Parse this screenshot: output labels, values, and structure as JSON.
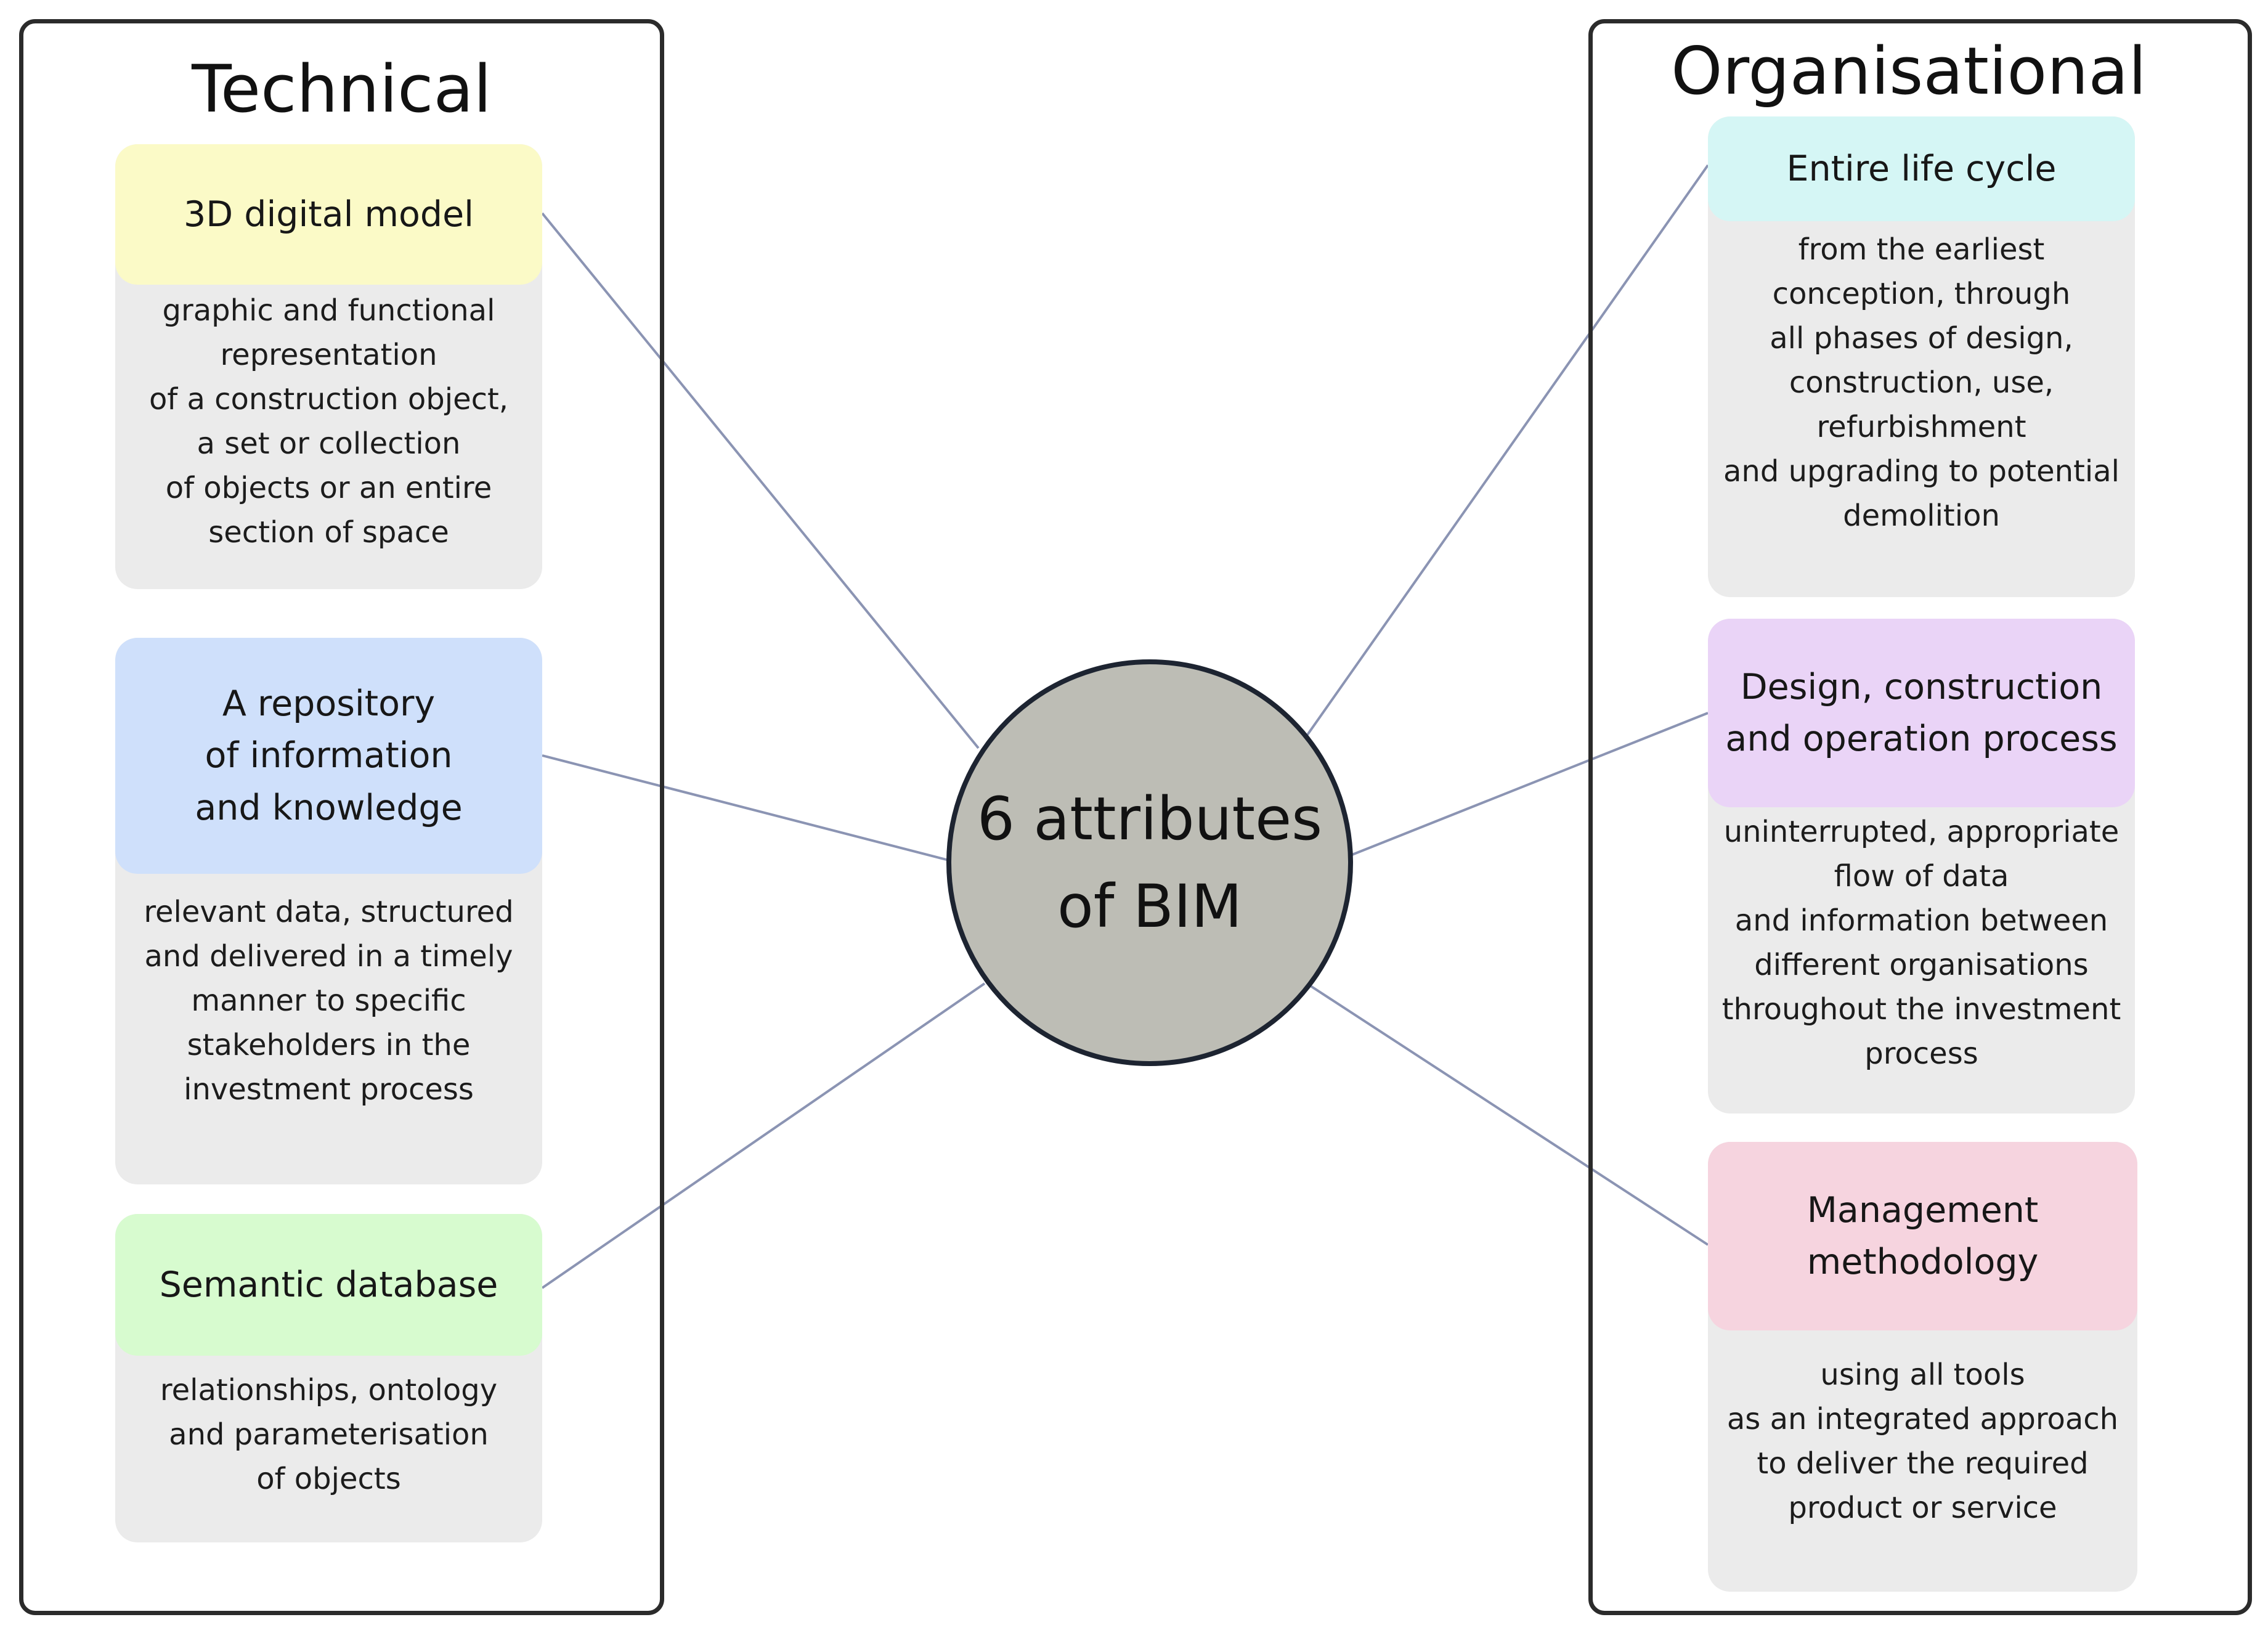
{
  "center": {
    "lines": [
      "6 attributes",
      "of BIM"
    ]
  },
  "technical": {
    "title": "Technical",
    "cards": [
      {
        "heading_lines": [
          "3D digital model"
        ],
        "heading_color": "#fbfac7",
        "body_lines": [
          "graphic and functional",
          "representation",
          "of a construction object,",
          "a set or collection",
          "of objects or an entire",
          "section of space"
        ]
      },
      {
        "heading_lines": [
          "A repository",
          "of information",
          "and knowledge"
        ],
        "heading_color": "#cfe0fb",
        "body_lines": [
          "relevant data, structured",
          "and delivered in a timely",
          "manner to specific",
          "stakeholders in the",
          "investment process"
        ]
      },
      {
        "heading_lines": [
          "Semantic database"
        ],
        "heading_color": "#d7fbcf",
        "body_lines": [
          "relationships, ontology",
          "and parameterisation",
          "of objects"
        ]
      }
    ]
  },
  "organisational": {
    "title": "Organisational",
    "cards": [
      {
        "heading_lines": [
          "Entire life cycle"
        ],
        "heading_color": "#d5f6f5",
        "body_lines": [
          "from the earliest",
          "conception, through",
          "all phases of design,",
          "construction, use,",
          "refurbishment",
          "and upgrading to potential",
          "demolition"
        ]
      },
      {
        "heading_lines": [
          "Design, construction",
          "and operation process"
        ],
        "heading_color": "#ead4f7",
        "body_lines": [
          "uninterrupted, appropriate",
          "flow of data",
          "and information between",
          "different organisations",
          "throughout the investment",
          "process"
        ]
      },
      {
        "heading_lines": [
          "Management",
          "methodology"
        ],
        "heading_color": "#f6d4df",
        "body_lines": [
          "using all tools",
          "as an integrated approach",
          "to deliver the required",
          "product or service"
        ]
      }
    ]
  },
  "colors": {
    "panel_border": "#2b2b2b",
    "card_body": "#ebebeb",
    "connector": "#8b94b3",
    "circle_fill": "#bdbdb5",
    "circle_border": "#1d2431"
  }
}
